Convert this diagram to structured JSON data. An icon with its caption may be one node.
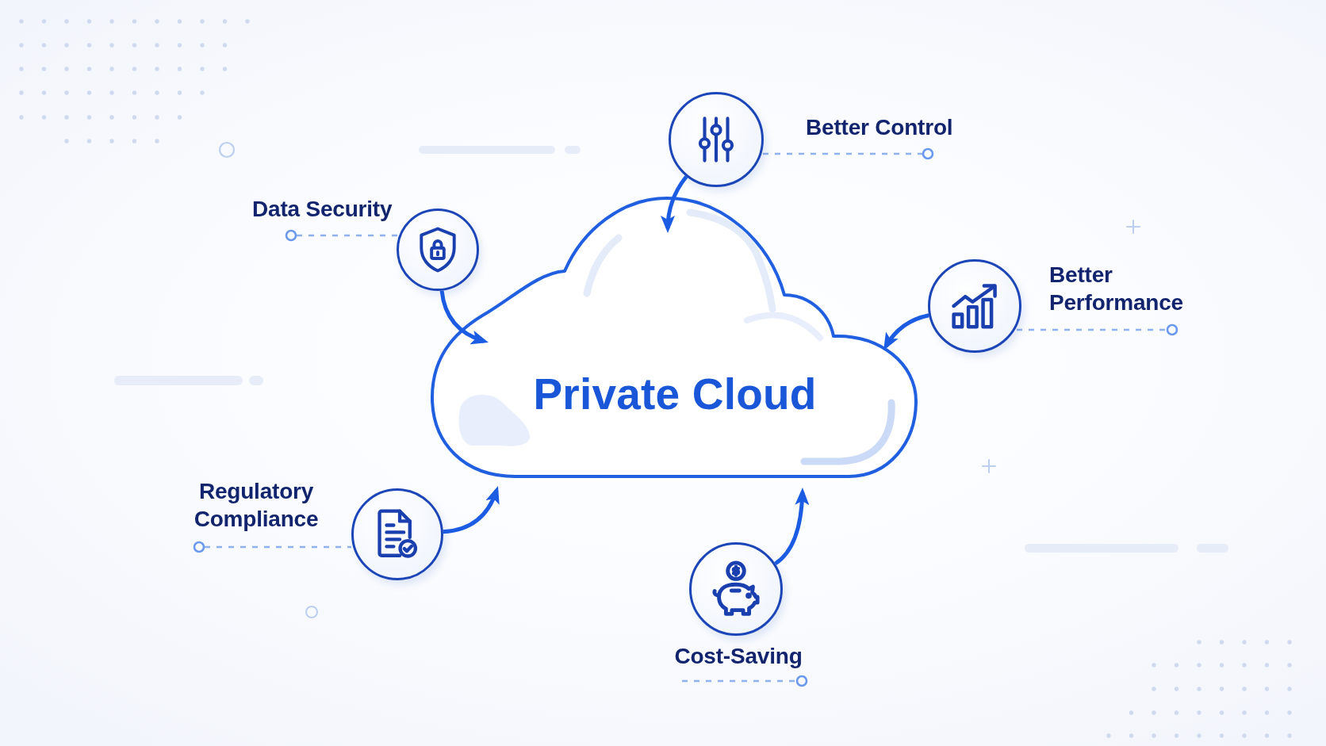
{
  "diagram": {
    "nodes": [
      {
        "text": [
          "Private Cloud"
        ]
      },
      {
        "text": [],
        "shape": "circle",
        "beside": [
          "Better Control"
        ]
      },
      {
        "text": [],
        "shape": "circle",
        "beside": [
          "Data Security"
        ]
      },
      {
        "text": [],
        "shape": "circle",
        "beside": [
          "Better Performance"
        ]
      },
      {
        "text": [],
        "shape": "circle",
        "beside": [
          "Regulatory Compliance"
        ]
      },
      {
        "text": [],
        "shape": "circle",
        "beside": [
          "Cost-Saving"
        ]
      }
    ],
    "edges": [
      {
        "from": 1,
        "to": 0,
        "arrow": "to"
      },
      {
        "from": 2,
        "to": 0,
        "arrow": "to"
      },
      {
        "from": 3,
        "to": 0,
        "arrow": "to"
      },
      {
        "from": 4,
        "to": 0,
        "arrow": "to"
      },
      {
        "from": 5,
        "to": 0,
        "arrow": "to"
      }
    ]
  }
}
